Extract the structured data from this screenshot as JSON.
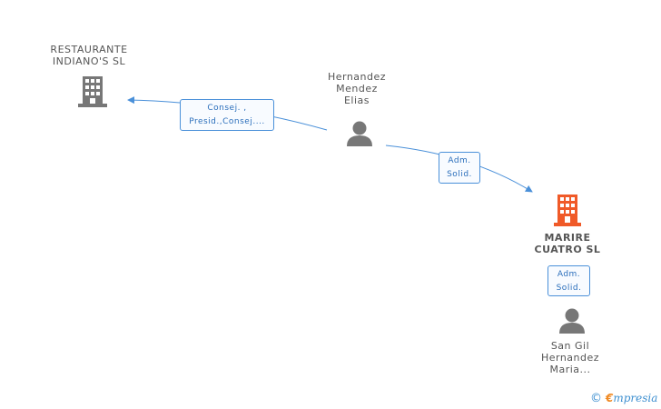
{
  "nodes": {
    "restaurante": {
      "line1": "RESTAURANTE",
      "line2": "INDIANO'S SL",
      "icon": "building-icon",
      "color": "#777777"
    },
    "hernandez": {
      "line1": "Hernandez",
      "line2": "Mendez",
      "line3": "Elias",
      "icon": "person-icon",
      "color": "#777777"
    },
    "marire": {
      "line1": "MARIRE",
      "line2": "CUATRO  SL",
      "icon": "building-icon",
      "color": "#f05a28"
    },
    "sangil": {
      "line1": "San Gil",
      "line2": "Hernandez",
      "line3": "Maria...",
      "icon": "person-icon",
      "color": "#777777"
    }
  },
  "edges": {
    "consej": {
      "line1": "Consej. ,",
      "line2": "Presid.,Consej...."
    },
    "adm1": {
      "line1": "Adm.",
      "line2": "Solid."
    },
    "adm2": {
      "line1": "Adm.",
      "line2": "Solid."
    }
  },
  "footer": {
    "copyright": "©",
    "brand_e": "€",
    "brand_rest": "mpresia"
  },
  "colors": {
    "edge": "#4a90d9",
    "building_main": "#f05a28",
    "icon_gray": "#777777"
  }
}
